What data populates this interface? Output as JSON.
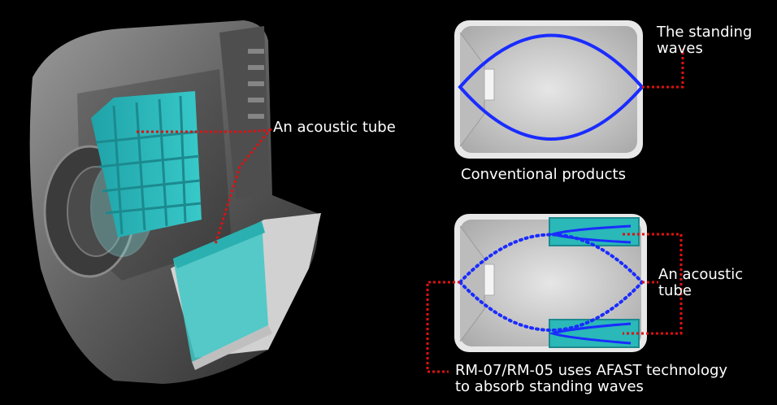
{
  "labels": {
    "acoustic_tube_left": "An acoustic tube",
    "standing_waves_1": "The standing",
    "standing_waves_2": "waves",
    "conventional_products": "Conventional products",
    "acoustic_tube_right_1": "An acoustic",
    "acoustic_tube_right_2": "tube",
    "afast_1": "RM-07/RM-05 uses AFAST technology",
    "afast_2": "to absorb standing waves"
  },
  "colors": {
    "background": "#000000",
    "leader_line": "#e01010",
    "wave": "#1a2cff",
    "tube_fill": "#2ab8b8",
    "box_fill": "#cfcfcf"
  },
  "icons": [
    "speaker-cutaway-illustration"
  ]
}
